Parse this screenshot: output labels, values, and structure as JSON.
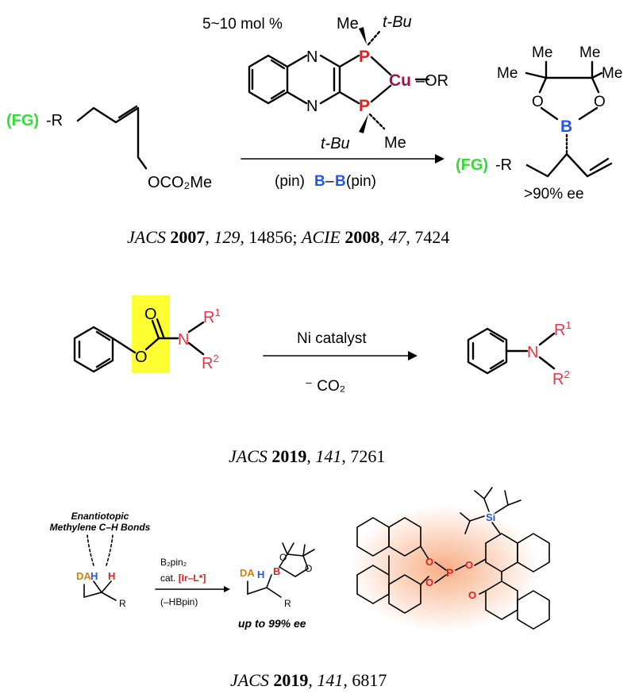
{
  "scheme1": {
    "catalyst_loading": "5~10 mol %",
    "me_top": "Me",
    "tbu_top": "t-Bu",
    "n_top": "N",
    "n_bottom": "N",
    "p_top": "P",
    "p_bottom": "P",
    "cu": "Cu",
    "or": "–OR",
    "tbu_bottom": "t-Bu",
    "me_bottom": "Me",
    "substrate_fg": "(FG)",
    "substrate_r": "-R",
    "leaving_group": "OCO₂Me",
    "reagent_pin_left": "(pin)",
    "reagent_b1": "B",
    "reagent_dash": "–",
    "reagent_b2": "B",
    "reagent_pin_right": "(pin)",
    "product_me1": "Me",
    "product_me2": "Me",
    "product_me3": "Me",
    "product_me4": "Me",
    "product_o1": "O",
    "product_o2": "O",
    "product_b": "B",
    "product_fg": "(FG)",
    "product_r": "-R",
    "ee": ">90% ee",
    "citation_a_journal": "JACS",
    "citation_a_year": "2007",
    "citation_a_volume": "129",
    "citation_a_page": ", 14856; ",
    "citation_b_journal": "ACIE",
    "citation_b_year": "2008",
    "citation_b_volume": "47",
    "citation_b_page": ", 7424"
  },
  "scheme2": {
    "o_carbonyl": "O",
    "o_ester": "O",
    "n_left": "N",
    "r1_left": "R",
    "r1_sup": "1",
    "r2_left": "R",
    "r2_sup": "2",
    "catalyst": "Ni catalyst",
    "byproduct": "⁻ CO₂",
    "n_right": "N",
    "r1_right": "R",
    "r1_right_sup": "1",
    "r2_right": "R",
    "r2_right_sup": "2",
    "citation_journal": "JACS",
    "citation_year": "2019",
    "citation_volume": "141",
    "citation_page": ", 7261",
    "highlight_color": "#ffff33"
  },
  "scheme3": {
    "header_line1": "Enantiotopic",
    "header_line2": "Methylene C–H Bonds",
    "da_left": "DA",
    "h1": "H",
    "h2": "H",
    "r_left": "R",
    "reagent_line1": "B₂pin₂",
    "reagent_line2_a": "cat. ",
    "reagent_line2_b": "[Ir–L*]",
    "reagent_line3": "(–HBpin)",
    "da_right": "DA",
    "h_right": "H",
    "b_right": "B",
    "o_r1": "O",
    "o_r2": "O",
    "r_right": "R",
    "ee": "up to 99% ee",
    "si": "Si",
    "o_lig1": "O",
    "o_lig2": "O",
    "o_lig3": "O",
    "o_lig4": "O",
    "p_lig": "P",
    "citation_journal": "JACS",
    "citation_year": "2019",
    "citation_volume": "141",
    "citation_page": ", 6817"
  },
  "colors": {
    "fg_green": "#33dd33",
    "boron_blue": "#2255ee",
    "phosphorus_red": "#dd2222",
    "copper_maroon": "#a0104a",
    "amine_red": "#ee3344",
    "da_orange": "#cc8800",
    "teal": "#11aaaa",
    "glow_orange": "#f6a070"
  }
}
